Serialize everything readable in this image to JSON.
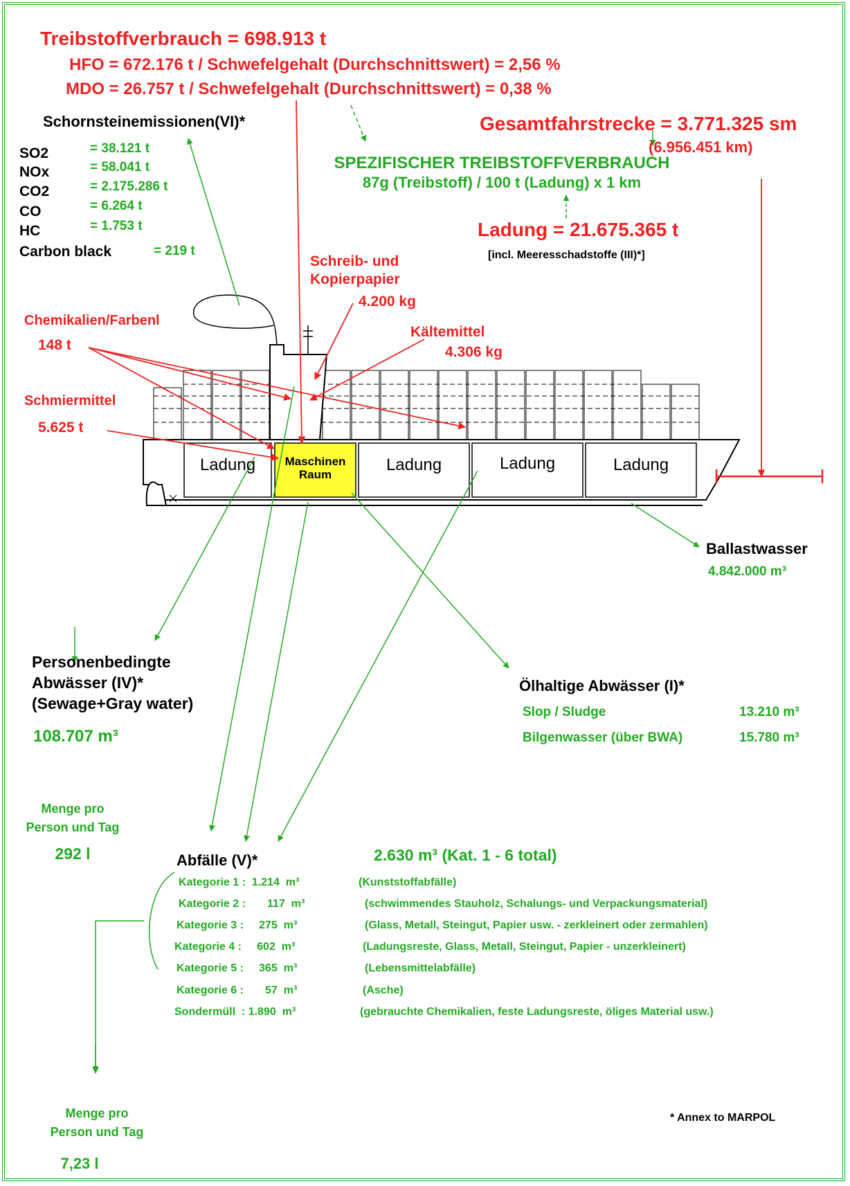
{
  "fuel": {
    "total": "Treibstoffverbrauch = 698.913 t",
    "hfo": "HFO = 672.176 t  /  Schwefelgehalt (Durchschnittswert) = 2,56 %",
    "mdo": "MDO =  26.757 t  /  Schwefelgehalt (Durchschnittswert)  = 0,38 %"
  },
  "emissions": {
    "title": "Schornsteinemissionen(VI)*",
    "items": [
      {
        "name": "SO2",
        "value": "= 38.121 t"
      },
      {
        "name": "NOx",
        "value": "= 58.041 t"
      },
      {
        "name": "CO2",
        "value": "= 2.175.286 t"
      },
      {
        "name": "CO",
        "value": "= 6.264 t"
      },
      {
        "name": "HC",
        "value": "= 1.753 t"
      },
      {
        "name": "Carbon black",
        "value": "= 219 t"
      }
    ]
  },
  "distance": {
    "label": "Gesamtfahrstrecke  =  3.771.325 sm",
    "km": "(6.956.451 km)"
  },
  "specific": {
    "title": "SPEZIFISCHER TREIBSTOFFVERBRAUCH",
    "value": "87g (Treibstoff) / 100 t (Ladung) x 1 km"
  },
  "cargo": {
    "label": "Ladung  =  21.675.365 t",
    "note": "[incl. Meeresschadstoffe (III)*]"
  },
  "inputs": {
    "paper_1": "Schreib- und",
    "paper_2": "Kopierpapier",
    "paper_value": "4.200 kg",
    "chem_label": "Chemikalien/Farbenl",
    "chem_value": "148 t",
    "refrig_label": "Kältemittel",
    "refrig_value": "4.306 kg",
    "lube_label": "Schmiermittel",
    "lube_value": "5.625 t"
  },
  "ship": {
    "holds": [
      "Ladung",
      "Ladung",
      "Ladung",
      "Ladung"
    ],
    "engine_1": "Maschinen",
    "engine_2": "Raum"
  },
  "ballast": {
    "label": "Ballastwasser",
    "value": "4.842.000 m³"
  },
  "sewage": {
    "label_1": "Personenbedingte",
    "label_2": "Abwässer (IV)*",
    "label_3": "(Sewage+Gray water)",
    "value": "108.707 m³",
    "per_1": "Menge pro",
    "per_2": "Person und Tag",
    "per_value": "292 l"
  },
  "oily": {
    "title": "Ölhaltige Abwässer (I)*",
    "rows": [
      {
        "label": "Slop / Sludge",
        "value": "13.210 m³"
      },
      {
        "label": "Bilgenwasser (über BWA)",
        "value": "15.780 m³"
      }
    ]
  },
  "waste": {
    "title": "Abfälle (V)*",
    "total": "2.630 m³ (Kat. 1 - 6 total)",
    "rows": [
      {
        "cat": "Kategorie 1 :  1.214  m³",
        "desc": "(Kunststoffabfälle)"
      },
      {
        "cat": "Kategorie 2 :       117  m³",
        "desc": "(schwimmendes Stauholz, Schalungs- und Verpackungsmaterial)"
      },
      {
        "cat": "Kategorie 3 :     275  m³",
        "desc": "(Glass, Metall, Steingut, Papier usw. - zerkleinert oder zermahlen)"
      },
      {
        "cat": "Kategorie 4 :     602  m³",
        "desc": "(Ladungsreste, Glass, Metall, Steingut, Papier - unzerkleinert)"
      },
      {
        "cat": "Kategorie 5 :     365  m³",
        "desc": "(Lebensmittelabfälle)"
      },
      {
        "cat": "Kategorie 6 :       57  m³",
        "desc": "(Asche)"
      },
      {
        "cat": "Sondermüll  : 1.890  m³",
        "desc": "(gebrauchte Chemikalien, feste Ladungsreste, öliges Material usw.)"
      }
    ],
    "per_1": "Menge pro",
    "per_2": "Person und Tag",
    "per_value": "7,23 l"
  },
  "footnote": "* Annex to MARPOL",
  "colors": {
    "red": "#ee2222",
    "green": "#22aa22",
    "engine": "#ffff33",
    "frame": "#22aa22"
  }
}
